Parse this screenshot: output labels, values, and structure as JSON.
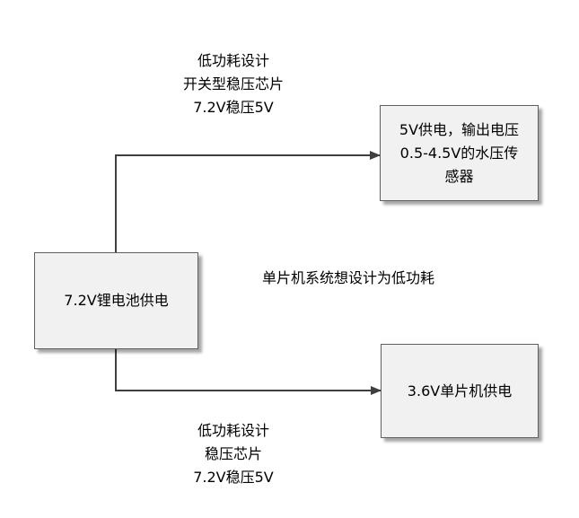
{
  "battery": {
    "label": "7.2V锂电池供电"
  },
  "sensor": {
    "lines": [
      "5V供电，输出电压",
      "0.5-4.5V的水压传",
      "感器"
    ]
  },
  "mcu": {
    "label": "3.6V单片机供电"
  },
  "top_converter": {
    "lines": [
      "低功耗设计",
      "开关型稳压芯片",
      "7.2V稳压5V"
    ]
  },
  "bottom_converter": {
    "lines": [
      "低功耗设计",
      "稳压芯片",
      "7.2V稳压5V"
    ]
  },
  "note": {
    "text": "单片机系统想设计为低功耗"
  },
  "colors": {
    "box_fill": "#f1f1f1",
    "box_border": "#5f5f5f",
    "line": "#3f3f3f"
  }
}
